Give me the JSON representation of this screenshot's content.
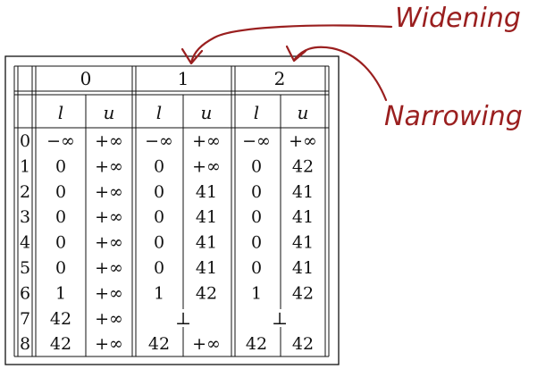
{
  "annotations": {
    "widening": "Widening",
    "narrowing": "Narrowing",
    "color": "#9a1f1f"
  },
  "table": {
    "iterations": [
      "0",
      "1",
      "2"
    ],
    "subheaders": [
      "l",
      "u"
    ],
    "row_labels": [
      "0",
      "1",
      "2",
      "3",
      "4",
      "5",
      "6",
      "7",
      "8"
    ],
    "cells": [
      [
        "−∞",
        "+∞",
        "−∞",
        "+∞",
        "−∞",
        "+∞"
      ],
      [
        "0",
        "+∞",
        "0",
        "+∞",
        "0",
        "42"
      ],
      [
        "0",
        "+∞",
        "0",
        "41",
        "0",
        "41"
      ],
      [
        "0",
        "+∞",
        "0",
        "41",
        "0",
        "41"
      ],
      [
        "0",
        "+∞",
        "0",
        "41",
        "0",
        "41"
      ],
      [
        "0",
        "+∞",
        "0",
        "41",
        "0",
        "41"
      ],
      [
        "1",
        "+∞",
        "1",
        "42",
        "1",
        "42"
      ],
      [
        "42",
        "+∞",
        "⊥",
        "",
        "⊥",
        ""
      ],
      [
        "42",
        "+∞",
        "42",
        "+∞",
        "42",
        "42"
      ]
    ]
  }
}
